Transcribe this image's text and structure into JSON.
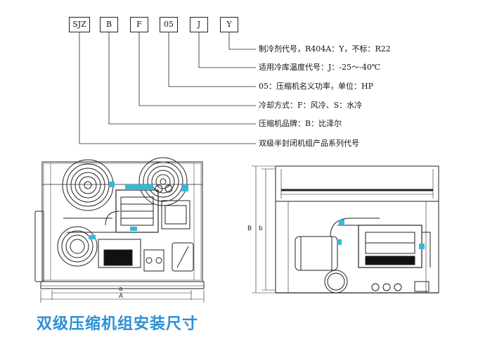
{
  "model_code": {
    "boxes": [
      "SJZ",
      "B",
      "F",
      "05",
      "J",
      "Y"
    ],
    "descriptions": [
      "制冷剂代号，R404A：Y，不标：R22",
      "适用冷库温度代号：J：-25～-40℃",
      "05：压缩机名义功率，单位：HP",
      "冷却方式：F：风冷、S：水冷",
      "压缩机品牌：B：比泽尔",
      "双级半封闭机组产品系列代号"
    ]
  },
  "dimensions": {
    "front_width_inner": "a",
    "front_width_outer": "A",
    "side_height_outer": "B",
    "side_height_inner": "b"
  },
  "caption": "双级压缩机组安装尺寸",
  "colors": {
    "accent": "#2d8fd6",
    "line": "#222222",
    "highlight": "#3bb7d6"
  }
}
